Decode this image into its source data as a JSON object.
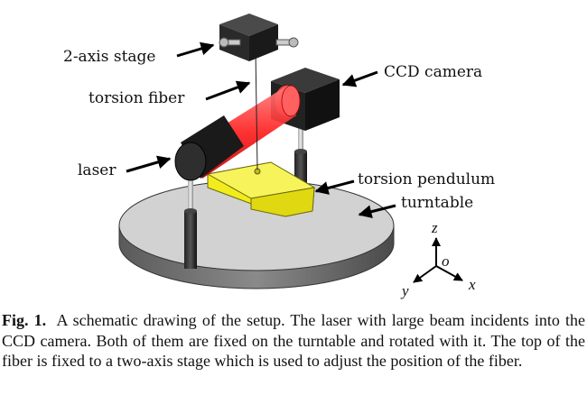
{
  "figure": {
    "labels": {
      "stage": "2-axis stage",
      "fiber": "torsion fiber",
      "laser": "laser",
      "camera": "CCD camera",
      "pendulum": "torsion pendulum",
      "turntable": "turntable"
    },
    "axes": {
      "z": "z",
      "o": "o",
      "x": "x",
      "y": "y"
    },
    "colors": {
      "turntable_top": "#d2d2d2",
      "turntable_side": "#6a6a6a",
      "beam": "#ff3030",
      "pendulum": "#f2ec1c",
      "camera": "#1a1a1a"
    }
  },
  "caption": {
    "label": "Fig. 1.",
    "text": "A schematic drawing of the setup. The laser with large beam incidents into the CCD camera. Both of them are fixed on the turntable and rotated with it. The top of the fiber is fixed to a two-axis stage which is used to adjust the position of the fiber."
  }
}
